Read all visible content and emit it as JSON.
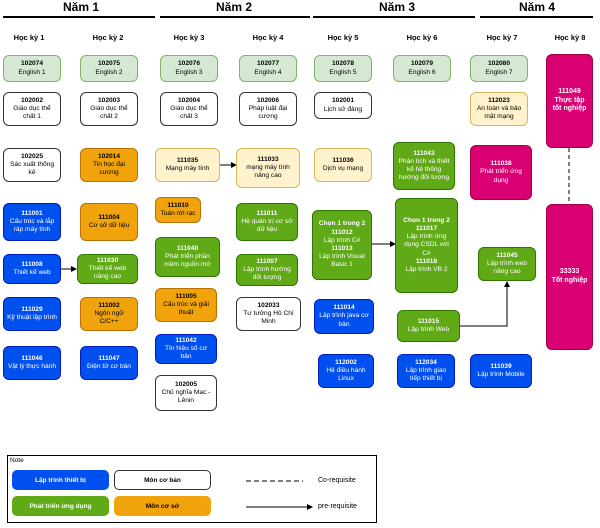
{
  "years": [
    "Năm 1",
    "Năm 2",
    "Năm 3",
    "Năm 4"
  ],
  "semesters": [
    "Học kỳ 1",
    "Học kỳ 2",
    "Học kỳ 3",
    "Học kỳ 4",
    "Học kỳ 5",
    "Học kỳ 6",
    "Học kỳ 7",
    "Học kỳ 8"
  ],
  "courses": {
    "en1": {
      "code": "102074",
      "name": "English 1"
    },
    "en2": {
      "code": "102075",
      "name": "English 2"
    },
    "en3": {
      "code": "102076",
      "name": "English 3"
    },
    "en4": {
      "code": "102077",
      "name": "English 4"
    },
    "en5": {
      "code": "102078",
      "name": "English 5"
    },
    "en6": {
      "code": "102079",
      "name": "English 6"
    },
    "en7": {
      "code": "102080",
      "name": "English 7"
    },
    "pe1": {
      "code": "102002",
      "name": "Giáo dục thể chất 1"
    },
    "pe2": {
      "code": "102003",
      "name": "Giáo dục thể chất 2"
    },
    "pe3": {
      "code": "102004",
      "name": "Giáo dục thể chất 3"
    },
    "law": {
      "code": "102006",
      "name": "Pháp luật đại cương"
    },
    "hist": {
      "code": "102001",
      "name": "Lịch sử đảng"
    },
    "sec": {
      "code": "112023",
      "name": "An toàn và bảo mật mạng"
    },
    "stat": {
      "code": "102025",
      "name": "Sác xuất thống kê"
    },
    "itbasic": {
      "code": "102014",
      "name": "Tin học đại cương"
    },
    "net1": {
      "code": "111035",
      "name": "Mạng máy tính"
    },
    "net2": {
      "code": "111033",
      "name": "mạng máy tính nâng cao"
    },
    "netsvc": {
      "code": "111036",
      "name": "Dịch vụ mạng"
    },
    "ooad": {
      "code": "111043",
      "name": "Phân tích và thiết kế hệ thống hướng đối tượng"
    },
    "mobile1": {
      "code": "111038",
      "name": "Phát triển ứng dụng"
    },
    "arch": {
      "code": "111001",
      "name": "Cấu trúc và lắp ráp máy tính"
    },
    "db": {
      "code": "111004",
      "name": "Cơ sở dữ liệu"
    },
    "discrete": {
      "code": "111010",
      "name": "Toán rời rạc"
    },
    "dbms": {
      "code": "111011",
      "name": "Hệ quản trị cơ sở dữ liệu"
    },
    "choice1_title": "Chọn 1 trong 2",
    "choice1_a": {
      "code": "111012",
      "name": "Lập trình C#"
    },
    "choice1_b": {
      "code": "111013",
      "name": "Lập trình Visual Basic 1"
    },
    "choice2_title": "Chọn 1 trong 2",
    "choice2_a": {
      "code": "111017",
      "name": "Lập trình ứng dụng CSDL với C#"
    },
    "choice2_b": {
      "code": "111018",
      "name": "Lập trình VB 2"
    },
    "web1": {
      "code": "111008",
      "name": "Thiết kế web"
    },
    "web2": {
      "code": "111030",
      "name": "Thiết kế web nâng cao"
    },
    "swdev": {
      "code": "111040",
      "name": "Phát triển phần mềm nguồn mở"
    },
    "oop": {
      "code": "111007",
      "name": "Lập trình hướng đối tượng"
    },
    "webprog": {
      "code": "111015",
      "name": "Lập trình Web"
    },
    "webadv": {
      "code": "111045",
      "name": "Lập trình web nâng cao"
    },
    "algo": {
      "code": "111029",
      "name": "Kỹ thuật lập trình"
    },
    "ccpp": {
      "code": "111002",
      "name": "Ngôn ngữ C/C++"
    },
    "dsa": {
      "code": "111005",
      "name": "Cấu trúc và giải thuật"
    },
    "hcm": {
      "code": "102033",
      "name": "Tư tưởng Hồ Chí Minh"
    },
    "java": {
      "code": "111014",
      "name": "Lập trình java cơ bản"
    },
    "phys": {
      "code": "111046",
      "name": "Vật lý thực hành"
    },
    "elec": {
      "code": "111047",
      "name": "Điện tử cơ bản"
    },
    "signal": {
      "code": "111042",
      "name": "Tín hiệu số cơ bản"
    },
    "linux": {
      "code": "112002",
      "name": "Hệ điều hành Linux"
    },
    "iface": {
      "code": "112034",
      "name": "Lập trình giao tiếp thiết bị"
    },
    "mobile2": {
      "code": "111039",
      "name": "Lập trình Mobile"
    },
    "marx": {
      "code": "102005",
      "name": "Chủ nghĩa Mac - Lênin"
    },
    "intern": {
      "code": "111049",
      "name": "Thực tập tốt nghiệp"
    },
    "thesis": {
      "code": "33333",
      "name": "Tốt nghiệp"
    }
  },
  "legend": {
    "title": "Note",
    "embedded": "Lập trình thiết bị",
    "basic": "Môn cơ bản",
    "appdev": "Phát triển ứng dụng",
    "core": "Môn cơ sở",
    "coreq": "Co-requisite",
    "prereq": "pre-requisite"
  }
}
